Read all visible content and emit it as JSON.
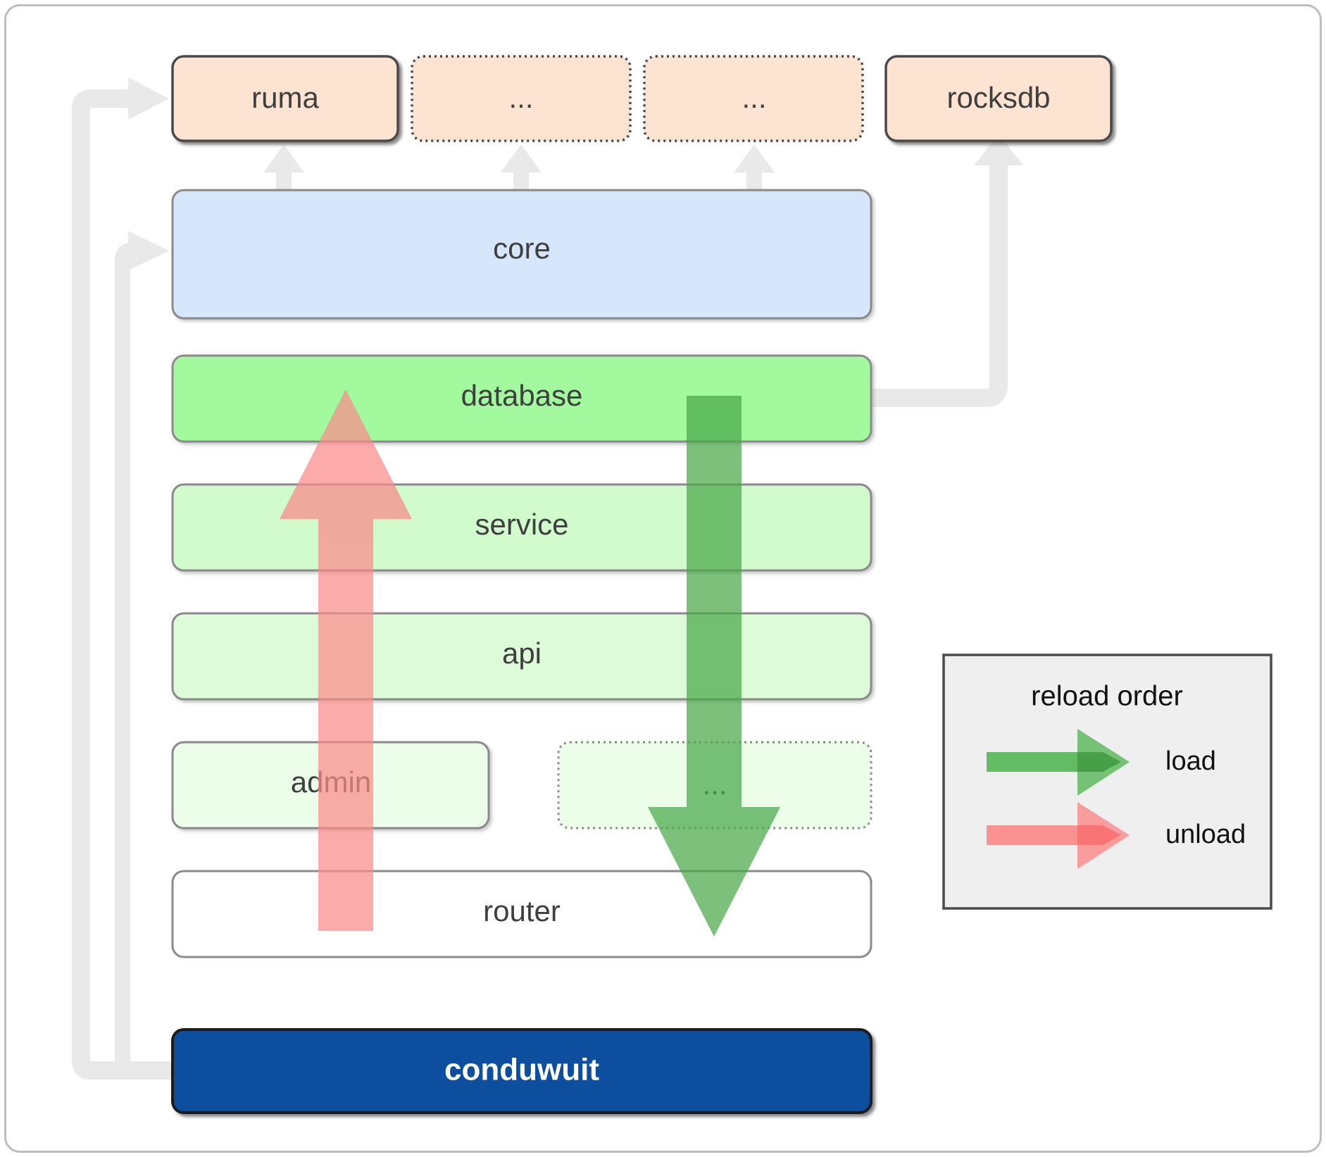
{
  "diagram": {
    "title": "conduwuit crate dependency and reload order",
    "background": "#ffffff",
    "border_color": "#bdbdbd"
  },
  "external_crates": [
    {
      "id": "ruma",
      "label": "ruma",
      "fill": "#fde4d2",
      "stroke": "#4a4a4a",
      "dashed": false
    },
    {
      "id": "ext-dots-1",
      "label": "...",
      "fill": "#fde4d2",
      "stroke": "#4a4a4a",
      "dashed": true
    },
    {
      "id": "ext-dots-2",
      "label": "...",
      "fill": "#fde4d2",
      "stroke": "#4a4a4a",
      "dashed": true
    },
    {
      "id": "rocksdb",
      "label": "rocksdb",
      "fill": "#fde4d2",
      "stroke": "#4a4a4a",
      "dashed": false
    }
  ],
  "layers": [
    {
      "id": "core",
      "label": "core",
      "fill": "#d6e7fb",
      "stroke": "#8a8a8a",
      "dashed": false
    },
    {
      "id": "database",
      "label": "database",
      "fill": "#a3fa9e",
      "stroke": "#8a8a8a",
      "dashed": false
    },
    {
      "id": "service",
      "label": "service",
      "fill": "#d2fbcd",
      "stroke": "#8a8a8a",
      "dashed": false
    },
    {
      "id": "api",
      "label": "api",
      "fill": "#ddfbd8",
      "stroke": "#8a8a8a",
      "dashed": false
    },
    {
      "id": "admin",
      "label": "admin",
      "fill": "#ecfdea",
      "stroke": "#8a8a8a",
      "dashed": false
    },
    {
      "id": "plugin-dots",
      "label": "...",
      "fill": "#ecfdea",
      "stroke": "#8a8a8a",
      "dashed": true
    },
    {
      "id": "router",
      "label": "router",
      "fill": "#ffffff",
      "stroke": "#8a8a8a",
      "dashed": false
    }
  ],
  "binary": {
    "id": "conduwuit",
    "label": "conduwuit",
    "fill": "#0b4f9e",
    "stroke": "#1a1a1a",
    "text_color": "#ffffff"
  },
  "legend": {
    "title": "reload order",
    "background": "#efefef",
    "border_color": "#4a4a4a",
    "entries": [
      {
        "id": "load",
        "label": "load",
        "color": "#5cb85c",
        "direction": "right"
      },
      {
        "id": "unload",
        "label": "unload",
        "color": "#fb8c8c",
        "direction": "right"
      }
    ]
  },
  "flow_arrows": [
    {
      "id": "load-arrow",
      "label": "load",
      "color": "#4aa84a",
      "direction": "down",
      "from": "database",
      "to": "router"
    },
    {
      "id": "unload-arrow",
      "label": "unload",
      "color": "#fb8a8a",
      "direction": "up",
      "from": "router",
      "to": "database"
    }
  ],
  "connectors": [
    {
      "id": "conduwuit-to-ruma",
      "from": "conduwuit",
      "to": "ruma",
      "color": "#e9e9e9"
    },
    {
      "id": "conduwuit-to-core",
      "from": "conduwuit",
      "to": "core",
      "color": "#e9e9e9"
    },
    {
      "id": "database-to-rocksdb",
      "from": "database",
      "to": "rocksdb",
      "color": "#e9e9e9"
    },
    {
      "id": "core-to-ruma",
      "from": "core",
      "to": "ruma",
      "color": "#e9e9e9"
    },
    {
      "id": "core-to-ext-dots-1",
      "from": "core",
      "to": "ext-dots-1",
      "color": "#e9e9e9"
    },
    {
      "id": "core-to-ext-dots-2",
      "from": "core",
      "to": "ext-dots-2",
      "color": "#e9e9e9"
    }
  ]
}
